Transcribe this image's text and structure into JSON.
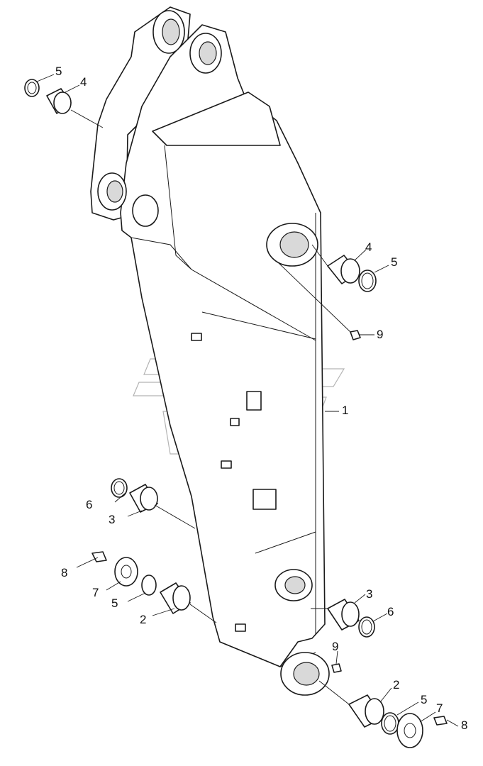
{
  "callouts": [
    "1",
    "2",
    "2",
    "3",
    "3",
    "4",
    "4",
    "5",
    "5",
    "5",
    "5",
    "6",
    "6",
    "7",
    "7",
    "8",
    "8",
    "9",
    "9"
  ],
  "colors": {
    "line": "#1a1a1a",
    "shade": "#d9d9d9",
    "watermark": "#9a9a9a"
  }
}
